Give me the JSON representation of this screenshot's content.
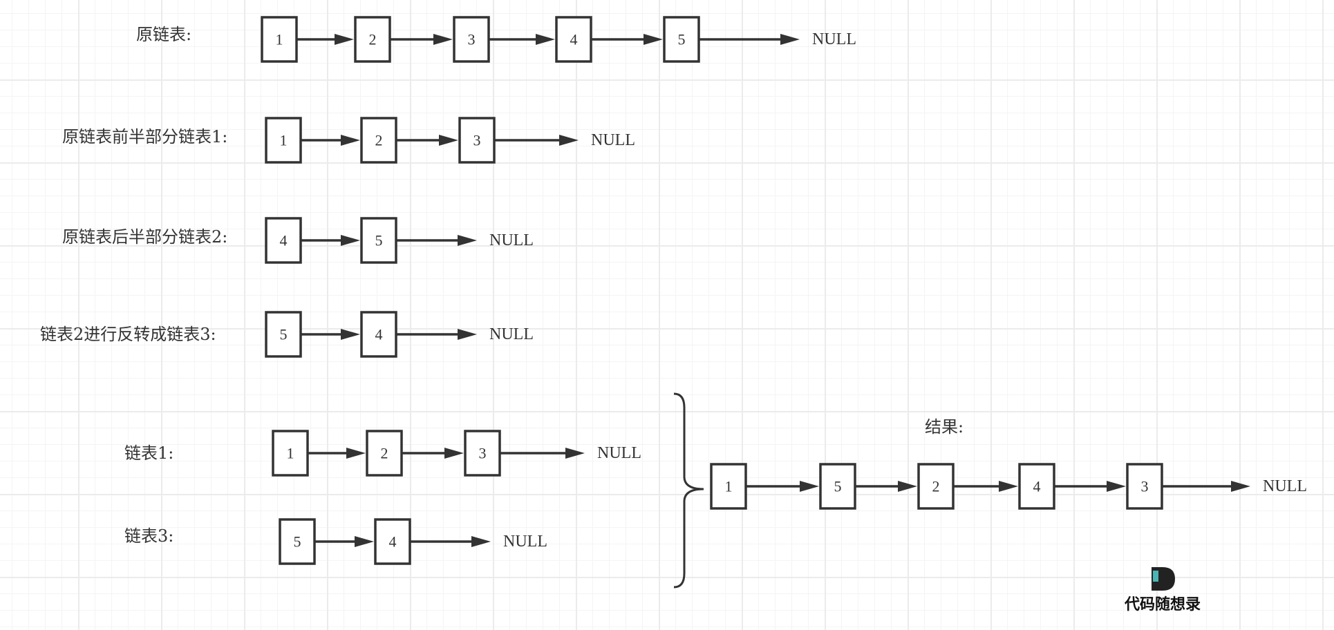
{
  "lists": [
    {
      "label": "原链表:",
      "nodes": [
        "1",
        "2",
        "3",
        "4",
        "5"
      ],
      "terminator": "NULL"
    },
    {
      "label": "原链表前半部分链表1:",
      "nodes": [
        "1",
        "2",
        "3"
      ],
      "terminator": "NULL"
    },
    {
      "label": "原链表后半部分链表2:",
      "nodes": [
        "4",
        "5"
      ],
      "terminator": "NULL"
    },
    {
      "label": "链表2进行反转成链表3:",
      "nodes": [
        "5",
        "4"
      ],
      "terminator": "NULL"
    },
    {
      "label": "链表1:",
      "nodes": [
        "1",
        "2",
        "3"
      ],
      "terminator": "NULL"
    },
    {
      "label": "链表3:",
      "nodes": [
        "5",
        "4"
      ],
      "terminator": "NULL"
    }
  ],
  "result": {
    "label": "结果:",
    "nodes": [
      "1",
      "5",
      "2",
      "4",
      "3"
    ],
    "terminator": "NULL"
  },
  "watermark": {
    "text": "代码随想录",
    "logo_letter": "D",
    "accent": "#4bb4b4"
  }
}
